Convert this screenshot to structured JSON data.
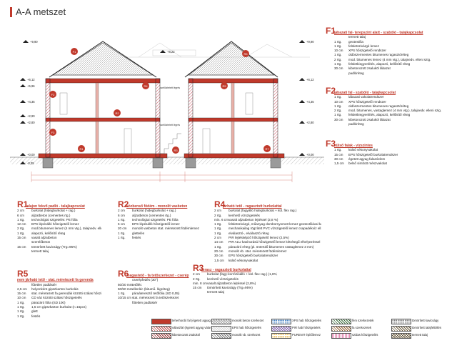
{
  "title": "A-A metszet",
  "elevations": [
    "+9,90",
    "+8,22",
    "+6,12",
    "+5,96",
    "+4,35",
    "+2,90",
    "+2,80",
    "+0,00",
    "-0,35"
  ],
  "room_labels": [
    "szellőztetett légrés",
    "szellőztetett légrés"
  ],
  "structure_tags": [
    "F1",
    "F2",
    "F3",
    "R1",
    "R2",
    "R3",
    "R4",
    "R5",
    "R6",
    "R7"
  ],
  "layers_f": [
    {
      "code": "F1",
      "title": "lábazati fal- terepszint alatt - szabóló - talajkapcsolat",
      "rows": [
        {
          "t": "",
          "n": "termett talaj"
        },
        {
          "t": "1 rtg.",
          "n": "geotextília"
        },
        {
          "t": "1 rtg.",
          "n": "felületszivárgó lemez"
        },
        {
          "t": "10 cm",
          "n": "XPS hőszigetelő rendszer"
        },
        {
          "t": "1 rtg.",
          "n": "oldószermentes bitumenes ragasztóréteg"
        },
        {
          "t": "2 rtg.",
          "n": "mod. bitumenes lemez (4 mm vtg.), talajnedv. elleni szig."
        },
        {
          "t": "1 rtg.",
          "n": "felületkiegyenlítés, alapozó, kellősítő réteg"
        },
        {
          "t": "30 cm",
          "n": "kibetonozott zsaluköl lábazat"
        },
        {
          "t": "",
          "n": "padlóréteg"
        }
      ]
    },
    {
      "code": "F2",
      "title": "lábazati fal - szabóló - talajkapcsolat",
      "rows": [
        {
          "t": "1 rtg.",
          "n": "lábazati vakolatrendszer"
        },
        {
          "t": "10 cm",
          "n": "XPS hőszigetelő rendszer"
        },
        {
          "t": "1 rtg.",
          "n": "oldószermentes bitumenes ragasztóréteg"
        },
        {
          "t": "2 rtg.",
          "n": "mod. bitumenes, vastaglemez (4 mm vtg.), talajnedv. elleni szig."
        },
        {
          "t": "1 rtg.",
          "n": "felületkiegyenlítés, alapozó, kellősítő réteg"
        },
        {
          "t": "30 cm",
          "n": "kibetonozott zsaluköl lábazat"
        },
        {
          "t": "",
          "n": "padlóréteg"
        }
      ]
    },
    {
      "code": "F3",
      "title": "külső falak - vízszintes",
      "rows": [
        {
          "t": "1 rtg.",
          "n": "külső vékonyvakolat"
        },
        {
          "t": "15 cm",
          "n": "EPS hőszigetelő burkolatrendszer"
        },
        {
          "t": "30 cm",
          "n": "égetett agyag falazóelem"
        },
        {
          "t": "1,5 cm",
          "n": "belső simított mészvakolat"
        }
      ]
    }
  ],
  "layers_r": [
    {
      "code": "R1",
      "title": "talajon fekvő padló - talajkapcsolat",
      "rows": [
        {
          "t": "2 cm",
          "n": "burkolat (hidegburkolat + rag.)"
        },
        {
          "t": "6 cm",
          "n": "aljzatbeton (cementes rtg.)"
        },
        {
          "t": "1 rtg.",
          "n": "technológiai szigetelés: PE fólia"
        },
        {
          "t": "12 cm",
          "n": "EPS lépésálló hőszigetelő lemez"
        },
        {
          "t": "2 rtg.",
          "n": "mod.bitumenes lemez (4 mm vtg.), talajnedv. elleni szig."
        },
        {
          "t": "1 rtg.",
          "n": "alapozó, kellősítő réteg"
        },
        {
          "t": "15 cm",
          "n": "vasalt aljzatbeton"
        },
        {
          "t": "",
          "n": "szerelőbeton"
        },
        {
          "t": "15 cm",
          "n": "tömörített kavicságy (Trg=95%)"
        },
        {
          "t": "",
          "n": "termett talaj"
        }
      ]
    },
    {
      "code": "R2",
      "title": "közbenső födém - monolit vasbeton",
      "rows": [
        {
          "t": "2 cm",
          "n": "burkolat (hidegburkolat + rag.)"
        },
        {
          "t": "6 cm",
          "n": "aljzatbeton (cementes rtg.)"
        },
        {
          "t": "1 rtg.",
          "n": "technológiai szigetelés: PE fólia"
        },
        {
          "t": "5 cm",
          "n": "EPS lépésálló hőszigetelő lemez"
        },
        {
          "t": "20 cm",
          "n": "monolit vasbeton stat. méretezett födémlemez"
        },
        {
          "t": "1 rtg.",
          "n": "glettelés"
        },
        {
          "t": "1 rtg.",
          "n": "festés"
        }
      ]
    },
    {
      "code": "R3",
      "title": "terasz - ragasztott burkolattal",
      "rows": [
        {
          "t": "2 cm",
          "n": "burkolat (fagy-korrózióálló + kül. flex rag.) (1,8%)"
        },
        {
          "t": "2 rtg.",
          "n": "kenhető vízszigetelés"
        },
        {
          "t": "min. 8 cm",
          "n": "vasalt aljzatbeton lejtéssel (2,8%)"
        },
        {
          "t": "15 cm",
          "n": "tömörített kavicságy (Trg=95%)"
        },
        {
          "t": "",
          "n": "termett talaj"
        }
      ]
    },
    {
      "code": "R4",
      "title": "járható tető - ragasztott burkolattal",
      "rows": [
        {
          "t": "2 cm",
          "n": "burkolat (fagyálló hidegburkolat + kül. flex rag.)"
        },
        {
          "t": "2 rtg.",
          "n": "kenhető vízszigetelés"
        },
        {
          "t": "min. 6 cm",
          "n": "vasalt aljzatbeton lejtéssel (2,8 %)"
        },
        {
          "t": "1 rtg.",
          "n": "felületszivárgó, műanyag dombornyomott lemez geotextíliával kasírozva"
        },
        {
          "t": "1 rtg.",
          "n": "mechanikailag rögzített PVC vízszigetelő lemez csapadékvíz ell. szig. (2,1 mm)"
        },
        {
          "t": "1 rtg.",
          "n": "elválasztó-, elválasztó réteg"
        },
        {
          "t": "2 cm",
          "n": "PIR lejtésképző hőszigetelő lemez (2,5%)"
        },
        {
          "t": "14 cm",
          "n": "PIR ALU kasírozású hőszigetelő lemez kétrétegű elhelyezéssel"
        },
        {
          "t": "1 rtg.",
          "n": "párazáró réteg (pl. önterülő bitumenes vastaglemez 3 mm)"
        },
        {
          "t": "20 cm",
          "n": "monolit vb. stat. méretezett födémlemez"
        },
        {
          "t": "30 cm",
          "n": "EPS hőszigetelő burkolatrendszer"
        },
        {
          "t": "1,5 cm",
          "n": "külső vékonyvakolat"
        }
      ]
    },
    {
      "code": "R5",
      "title": "nem járható tető - stat. méretezett fa gerenda",
      "rows": [
        {
          "t": "",
          "n": "fűtetlen padlástér"
        },
        {
          "t": "2,5 cm",
          "n": "helyenként gipszkarton burkolás"
        },
        {
          "t": "15 cm",
          "n": "stat. méretezett fa gerendák közötti szálas hőszigetelés"
        },
        {
          "t": "10 cm",
          "n": "CD váz közötti szálas hőszigetelés"
        },
        {
          "t": "1 rtg.",
          "n": "párazáró fólia (SD 100)"
        },
        {
          "t": "1 rtg.",
          "n": "1,5 cm gipszkarton burkolat (r=15pcs)"
        },
        {
          "t": "1 rtg.",
          "n": "glett"
        },
        {
          "t": "1 rtg.",
          "n": "festés"
        }
      ]
    },
    {
      "code": "R6",
      "title": "magastető - fa tetőszerkezet - cserép",
      "rows": [
        {
          "t": "",
          "n": "cserépfedés (30°)"
        },
        {
          "t": "50/30 mm",
          "n": "tetőléc"
        },
        {
          "t": "50/50 mm",
          "n": "ellenléc (bitumű. légréteg)"
        },
        {
          "t": "1 rtg.",
          "n": "páraáteresztő tetőfólia (SD 0,05)"
        },
        {
          "t": "10/15 cm",
          "n": "stat. méretezett fa tetőszerkezet"
        },
        {
          "t": "",
          "n": "fűtetlen padlástér"
        }
      ]
    }
  ],
  "legend": [
    {
      "label": "teherhordó fal (égetett agyag falazóelem)",
      "color": "#c0392b",
      "pattern": "solid"
    },
    {
      "label": "válaszfal (égetett agyag válaszfal elem)",
      "color": "#b94a48",
      "pattern": "hatch"
    },
    {
      "label": "kibetonozott zsaluköl",
      "color": "#8e2b2b",
      "pattern": "hatch"
    },
    {
      "label": "monolit beton szerkezet",
      "color": "#9a9a9a",
      "pattern": "cross"
    },
    {
      "label": "EPS hab hőszigetelés",
      "color": "#d9d9d9",
      "pattern": "cross"
    },
    {
      "label": "monolit vb. szerkezet",
      "color": "#6e6e6e",
      "pattern": "hatch"
    },
    {
      "label": "XPS hab hőszigetelés",
      "color": "#3a7bbf",
      "pattern": "dots"
    },
    {
      "label": "PIR hab hőszigetelés",
      "color": "#7a5aa6",
      "pattern": "cross"
    },
    {
      "label": "PURENIT építőlemez",
      "color": "#e8b64c",
      "pattern": "dots"
    },
    {
      "label": "fém szerkezetek",
      "color": "#3c6e3c",
      "pattern": "hatch"
    },
    {
      "label": "fa szerkezetek",
      "color": "#8e5a2b",
      "pattern": "hatch"
    },
    {
      "label": "szálas hőszigetelés",
      "color": "#e38ab2",
      "pattern": "wave"
    },
    {
      "label": "tömörített kavicságy",
      "color": "#7a7a7a",
      "pattern": "dots"
    },
    {
      "label": "tömörített talajfeltöltés",
      "color": "#6b5a3a",
      "pattern": "hatch"
    },
    {
      "label": "termett talaj",
      "color": "#5a4a2a",
      "pattern": "cross"
    }
  ]
}
